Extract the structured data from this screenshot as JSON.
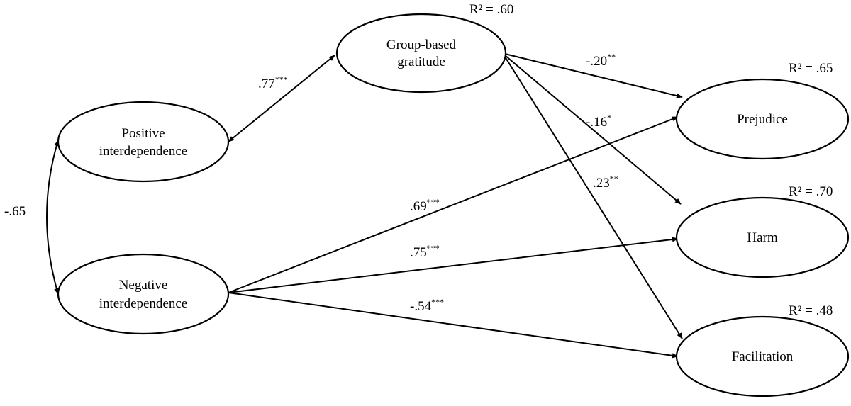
{
  "nodes": {
    "gratitude": {
      "line1": "Group-based",
      "line2": "gratitude",
      "r2": "R² = .60"
    },
    "positive": {
      "line1": "Positive",
      "line2": "interdependence"
    },
    "negative": {
      "line1": "Negative",
      "line2": "interdependence"
    },
    "prejudice": {
      "line1": "Prejudice",
      "r2": "R² = .65"
    },
    "harm": {
      "line1": "Harm",
      "r2": "R² = .70"
    },
    "facilitation": {
      "line1": "Facilitation",
      "r2": "R² = .48"
    }
  },
  "paths": {
    "positive_gratitude": {
      "coef": ".77",
      "stars": "***"
    },
    "positive_negative": {
      "coef": "-.65",
      "stars": ""
    },
    "gratitude_prejudice": {
      "coef": "-.20",
      "stars": "**"
    },
    "gratitude_harm": {
      "coef": "-.16",
      "stars": "*"
    },
    "gratitude_facilitation": {
      "coef": ".23",
      "stars": "**"
    },
    "negative_prejudice": {
      "coef": ".69",
      "stars": "***"
    },
    "negative_harm": {
      "coef": ".75",
      "stars": "***"
    },
    "negative_facilitation": {
      "coef": "-.54",
      "stars": "***"
    }
  }
}
